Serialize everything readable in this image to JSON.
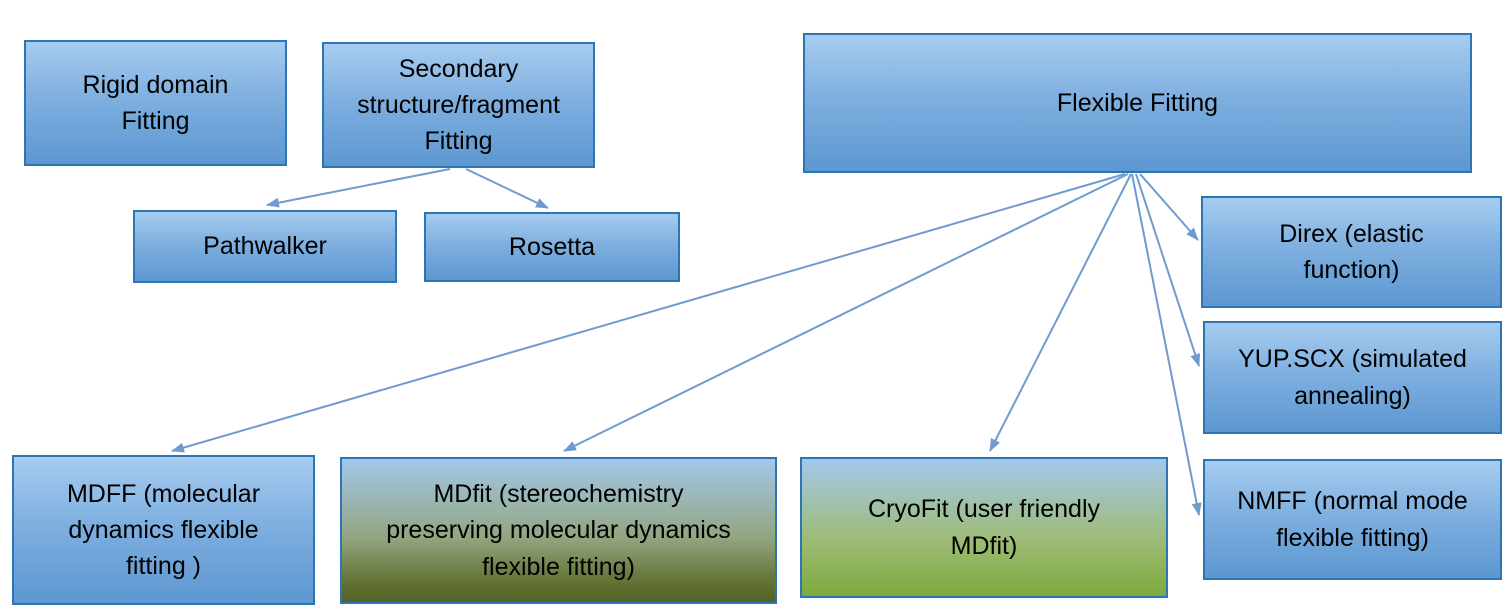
{
  "boxes": {
    "rigid_domain": {
      "label": "Rigid domain\nFitting"
    },
    "secondary": {
      "label": "Secondary\nstructure/fragment\nFitting"
    },
    "flexible": {
      "label": "Flexible Fitting"
    },
    "pathwalker": {
      "label": "Pathwalker"
    },
    "rosetta": {
      "label": "Rosetta"
    },
    "direx": {
      "label": "Direx (elastic\nfunction)"
    },
    "yupscx": {
      "label": "YUP.SCX (simulated\nannealing)"
    },
    "nmff": {
      "label": "NMFF (normal mode\nflexible fitting)"
    },
    "mdff": {
      "label": "MDFF (molecular\ndynamics flexible\nfitting )"
    },
    "mdfit": {
      "label": "MDfit (stereochemistry\npreserving molecular dynamics\nflexible fitting)"
    },
    "cryofit": {
      "label": "CryoFit (user friendly\nMDfit)"
    }
  },
  "edges": [
    {
      "from": "secondary",
      "to": "pathwalker"
    },
    {
      "from": "secondary",
      "to": "rosetta"
    },
    {
      "from": "flexible",
      "to": "mdff"
    },
    {
      "from": "flexible",
      "to": "mdfit"
    },
    {
      "from": "flexible",
      "to": "cryofit"
    },
    {
      "from": "flexible",
      "to": "direx"
    },
    {
      "from": "flexible",
      "to": "yupscx"
    },
    {
      "from": "flexible",
      "to": "nmff"
    }
  ],
  "colors": {
    "arrow": "#6F9BCE",
    "box_border": "#2E75B6",
    "box_fill_top": "#A7CCEF",
    "box_fill_bottom": "#5D97D1",
    "mdfit_fill_bottom": "#536226",
    "cryofit_fill_bottom": "#7CAA3C"
  }
}
